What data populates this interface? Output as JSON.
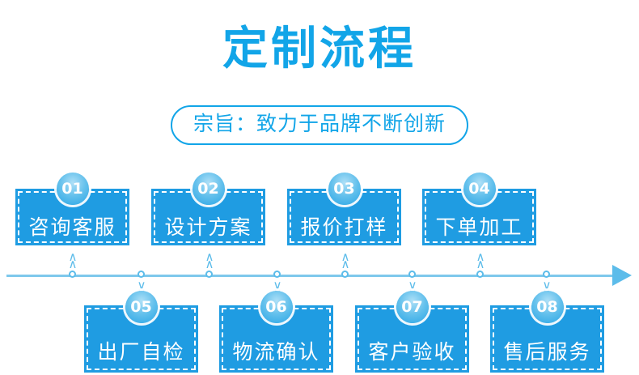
{
  "header": {
    "title": "定制流程",
    "subtitle": "宗旨：致力于品牌不断创新"
  },
  "colors": {
    "brand_blue": "#12a5e8",
    "box_blue": "#1f9ce2",
    "axis_blue": "#7ec8ec",
    "marker_blue": "#5cbcea",
    "box_text": "#ffffff"
  },
  "timeline": {
    "arrow_icon": "arrow-right-icon",
    "node_count": 8,
    "up_marker": "chevron-up-double",
    "down_marker": "chevron-down-double"
  },
  "steps_top": [
    {
      "number": "01",
      "label": "咨询客服"
    },
    {
      "number": "02",
      "label": "设计方案"
    },
    {
      "number": "03",
      "label": "报价打样"
    },
    {
      "number": "04",
      "label": "下单加工"
    }
  ],
  "steps_bottom": [
    {
      "number": "05",
      "label": "出厂自检"
    },
    {
      "number": "06",
      "label": "物流确认"
    },
    {
      "number": "07",
      "label": "客户验收"
    },
    {
      "number": "08",
      "label": "售后服务"
    }
  ]
}
